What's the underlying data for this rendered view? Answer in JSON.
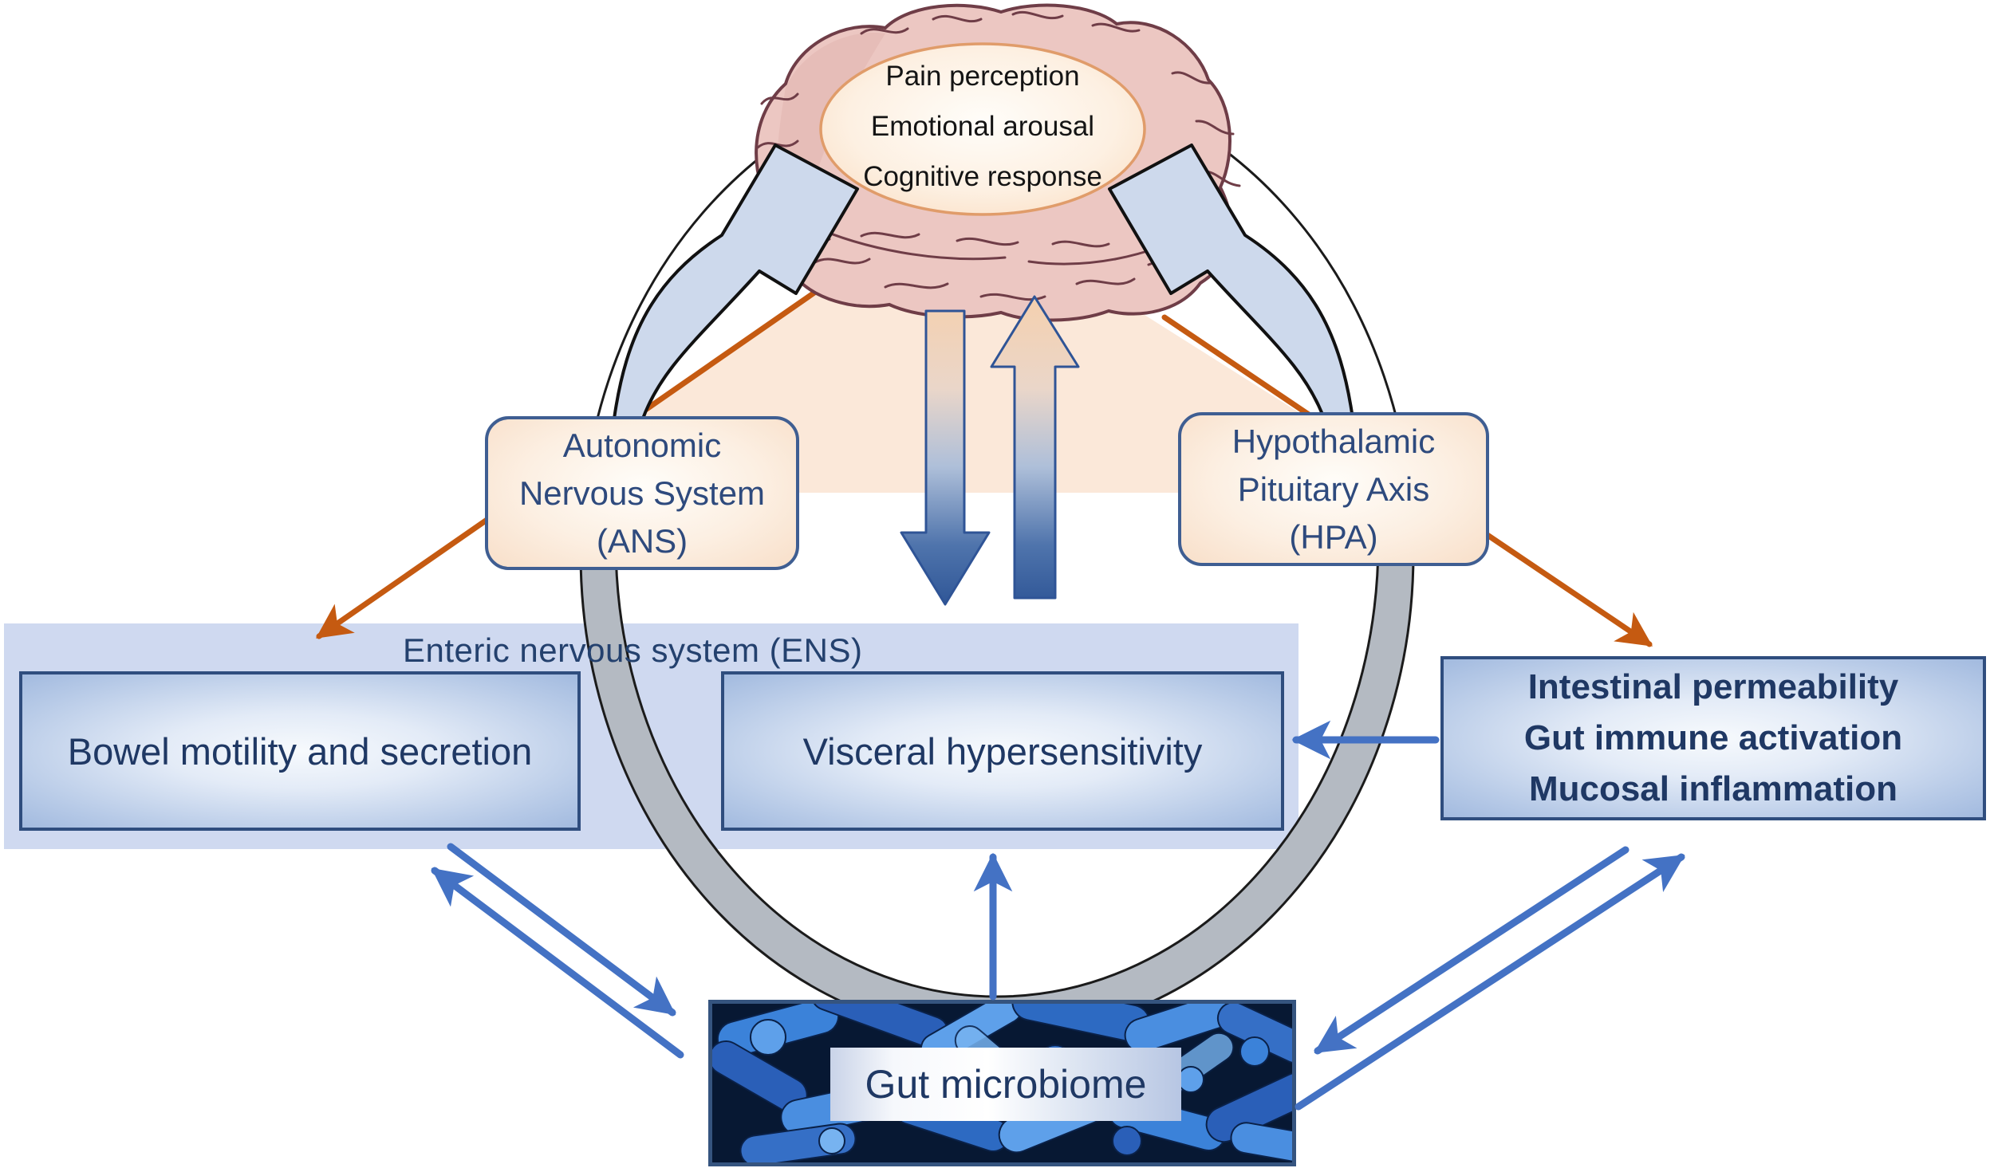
{
  "diagram": {
    "brain_oval": {
      "lines": [
        "Pain perception",
        "Emotional arousal",
        "Cognitive response"
      ]
    },
    "ans_box": {
      "lines": [
        "Autonomic",
        "Nervous System",
        "(ANS)"
      ]
    },
    "hpa_box": {
      "lines": [
        "Hypothalamic",
        "Pituitary Axis",
        "(HPA)"
      ]
    },
    "ens_band": {
      "label": "Enteric nervous system (ENS)"
    },
    "bowel_box": {
      "label": "Bowel motility and secretion"
    },
    "visceral_box": {
      "label": "Visceral hypersensitivity"
    },
    "intestinal_box": {
      "lines": [
        "Intestinal permeability",
        "Gut immune activation",
        "Mucosal inflammation"
      ]
    },
    "microbiome_box": {
      "label": "Gut microbiome"
    },
    "colors": {
      "navy_text": "#1f3864",
      "box_border_blue": "#2f4d7e",
      "peach_box_border": "#3f5e92",
      "blue_arrow": "#4472c4",
      "orange_arrow": "#c55a11",
      "peach_triangle_fill": "#fbe8d9",
      "ens_band_fill": "#cfd9f0",
      "curved_arrow_fill": "#cdd9ec",
      "gray_band_fill": "#b4bac2",
      "brain_fill": "#ecc7c2",
      "brain_outline": "#6f3d47",
      "oval_border": "#e09c6a"
    }
  }
}
